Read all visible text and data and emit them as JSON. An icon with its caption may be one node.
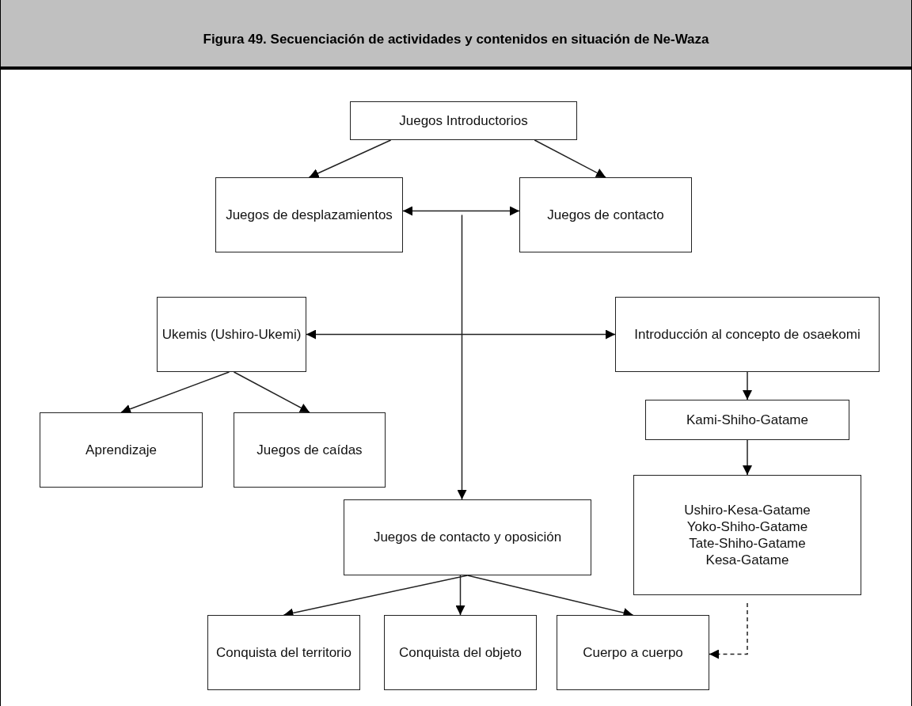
{
  "diagram": {
    "title": "Figura 49. Secuenciación de actividades y contenidos en situación de Ne-Waza",
    "nodes": [
      {
        "text": [
          "Juegos Introductorios"
        ]
      },
      {
        "text": [
          "Juegos de desplazamientos"
        ]
      },
      {
        "text": [
          "Juegos de contacto"
        ]
      },
      {
        "text": [
          "Ukemis (Ushiro-Ukemi)"
        ]
      },
      {
        "text": [
          "Introducción al concepto de osaekomi"
        ]
      },
      {
        "text": [
          "Aprendizaje"
        ]
      },
      {
        "text": [
          "Juegos de caídas"
        ]
      },
      {
        "text": [
          "Kami-Shiho-Gatame"
        ]
      },
      {
        "text": [
          "Ushiro-Kesa-Gatame",
          "Yoko-Shiho-Gatame",
          "Tate-Shiho-Gatame",
          "Kesa-Gatame"
        ]
      },
      {
        "text": [
          "Juegos de contacto y oposición"
        ]
      },
      {
        "text": [
          "Conquista del territorio"
        ]
      },
      {
        "text": [
          "Conquista del objeto"
        ]
      },
      {
        "text": [
          "Cuerpo a cuerpo"
        ]
      }
    ],
    "edges": [
      {
        "from": 0,
        "to": 1,
        "arrow": "to"
      },
      {
        "from": 0,
        "to": 2,
        "arrow": "to"
      },
      {
        "from": 1,
        "to": 2,
        "arrow": "both"
      },
      {
        "from": null,
        "to": 9,
        "arrow": "to"
      },
      {
        "from": 3,
        "to": 4,
        "arrow": "both"
      },
      {
        "from": 3,
        "to": 5,
        "arrow": "to"
      },
      {
        "from": 3,
        "to": 6,
        "arrow": "to"
      },
      {
        "from": 4,
        "to": 7,
        "arrow": "to"
      },
      {
        "from": 7,
        "to": 8,
        "arrow": "to"
      },
      {
        "from": 9,
        "to": 10,
        "arrow": "to"
      },
      {
        "from": 9,
        "to": 11,
        "arrow": "to"
      },
      {
        "from": 9,
        "to": 12,
        "arrow": "to"
      },
      {
        "from": 8,
        "to": 12,
        "arrow": "to",
        "style": "dashed"
      }
    ]
  }
}
